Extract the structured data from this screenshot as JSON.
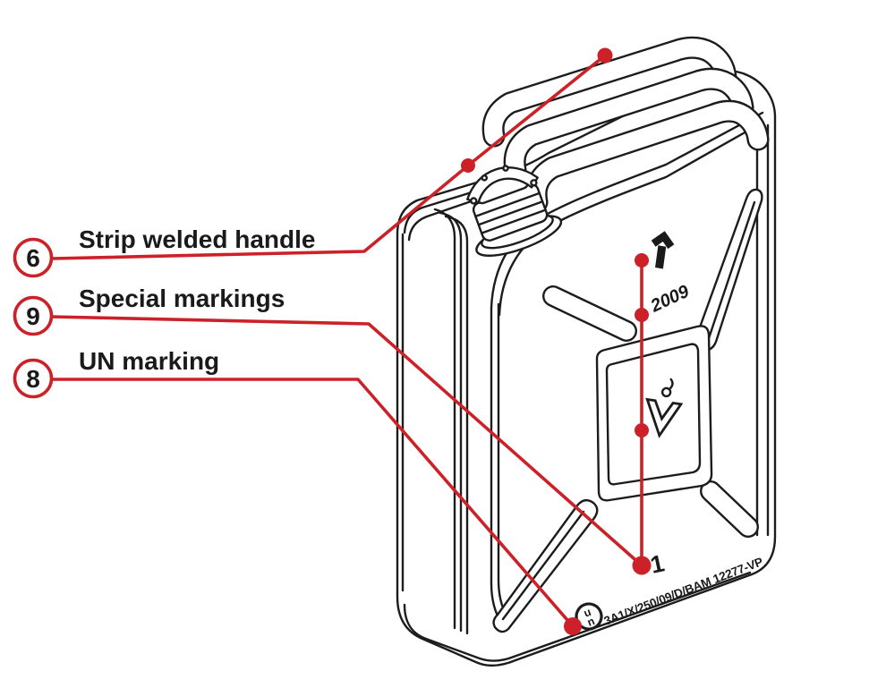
{
  "figure": {
    "background_color": "#ffffff",
    "ink_color": "#1c1c1c",
    "callout_color": "#cc2128",
    "callouts": [
      {
        "number": "6",
        "label": "Strip welded handle"
      },
      {
        "number": "9",
        "label": "Special markings"
      },
      {
        "number": "8",
        "label": "UN marking"
      }
    ],
    "can_markings": {
      "year": "2009",
      "quantity": "1",
      "un_symbol_top": "u",
      "un_symbol_bottom": "n",
      "un_code": "3A1/X/250/09/D/BAM 12277-VP"
    }
  }
}
